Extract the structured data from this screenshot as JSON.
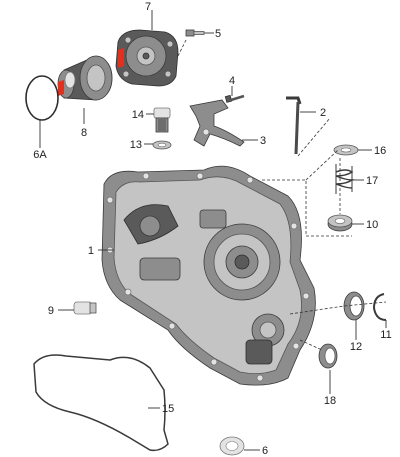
{
  "callouts": {
    "c1": "1",
    "c2": "2",
    "c3": "3",
    "c4": "4",
    "c5": "5",
    "c6": "6",
    "c6A": "6A",
    "c7": "7",
    "c8": "8",
    "c9": "9",
    "c10": "10",
    "c11": "11",
    "c12": "12",
    "c13": "13",
    "c14": "14",
    "c15": "15",
    "c16": "16",
    "c17": "17",
    "c18": "18"
  },
  "colors": {
    "accent_marker": "#e0301e",
    "casting_dark": "#5a5a5a",
    "casting_light": "#c4c4c4"
  }
}
